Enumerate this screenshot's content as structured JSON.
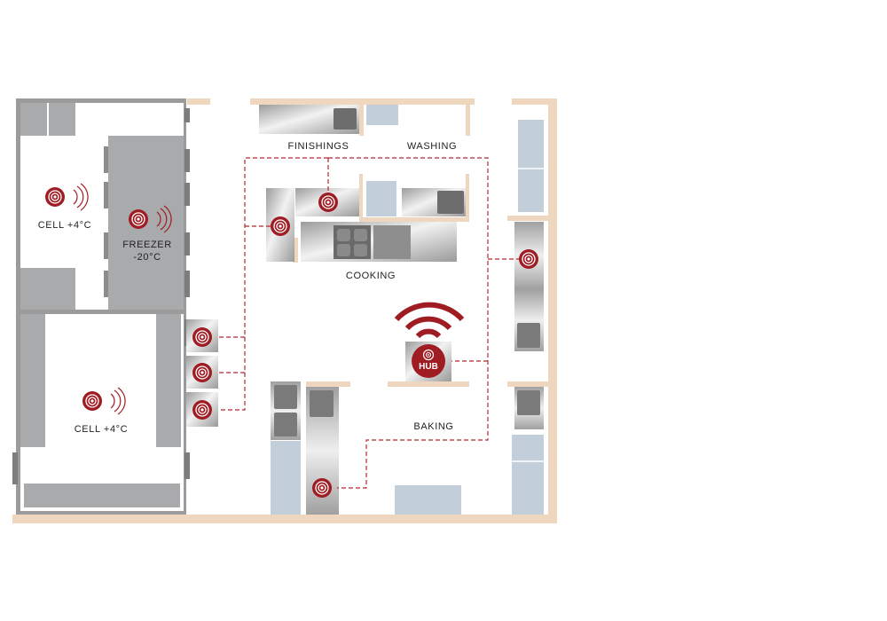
{
  "colors": {
    "wall": "#efd6be",
    "cold_wall": "#9a9a9a",
    "cold_floor": "#a9aaac",
    "glass": "#c2cfda",
    "steel": "#c9c9c9",
    "accent": "#9e1c22",
    "link_line": "#b8282e"
  },
  "labels": {
    "cell_top": "CELL +4°C",
    "freezer_line1": "FREEZER",
    "freezer_line2": "-20°C",
    "cell_bottom": "CELL +4°C",
    "finishings": "FINISHINGS",
    "washing": "WASHING",
    "cooking": "COOKING",
    "baking": "BAKING",
    "hub": "HUB"
  },
  "icons": {
    "sensor": "temperature-sensor-icon",
    "signal": "wireless-signal-icon",
    "hub": "hub-icon"
  }
}
